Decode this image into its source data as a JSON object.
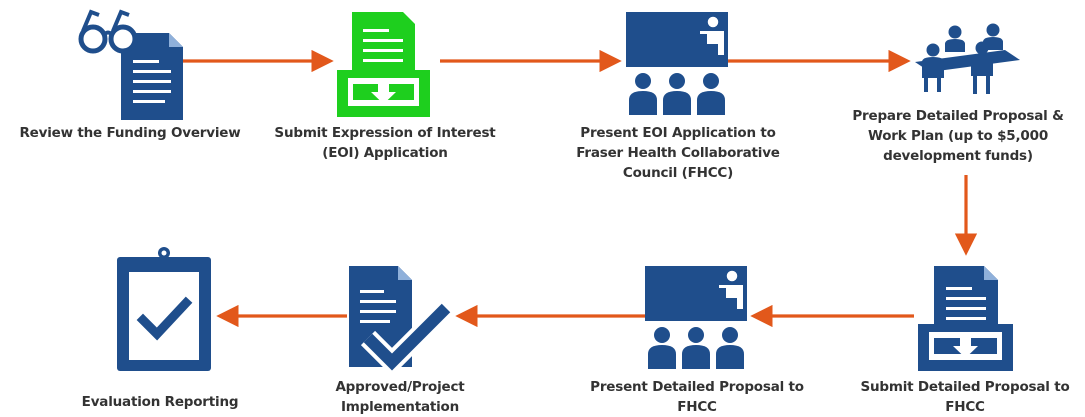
{
  "colors": {
    "blue": "#1f4e8c",
    "dark_blue": "#173f73",
    "green": "#1ecf1e",
    "orange": "#e2581b",
    "text": "#333333"
  },
  "steps": [
    {
      "id": "review",
      "icon": "glasses-document-icon",
      "label_lines": [
        "Review the Funding Overview"
      ]
    },
    {
      "id": "eoi",
      "icon": "document-inbox-icon",
      "label_lines": [
        "Submit Expression of Interest",
        "(EOI) Application"
      ]
    },
    {
      "id": "present-eoi",
      "icon": "presentation-icon",
      "label_lines": [
        "Present EOI Application to",
        "Fraser Health Collaborative",
        "Council (FHCC)"
      ]
    },
    {
      "id": "prepare",
      "icon": "team-meeting-icon",
      "label_lines": [
        "Prepare Detailed Proposal &",
        "Work Plan (up to $5,000",
        "development funds)"
      ]
    },
    {
      "id": "submit-proposal",
      "icon": "document-inbox-icon",
      "label_lines": [
        "Submit Detailed Proposal to",
        "FHCC"
      ]
    },
    {
      "id": "present-proposal",
      "icon": "presentation-icon",
      "label_lines": [
        "Present Detailed Proposal to",
        "FHCC"
      ]
    },
    {
      "id": "approved",
      "icon": "document-check-icon",
      "label_lines": [
        "Approved/Project",
        "Implementation"
      ]
    },
    {
      "id": "evaluation",
      "icon": "clipboard-check-icon",
      "label_lines": [
        "Evaluation Reporting"
      ]
    }
  ],
  "flow": [
    [
      "review",
      "eoi"
    ],
    [
      "eoi",
      "present-eoi"
    ],
    [
      "present-eoi",
      "prepare"
    ],
    [
      "prepare",
      "submit-proposal"
    ],
    [
      "submit-proposal",
      "present-proposal"
    ],
    [
      "present-proposal",
      "approved"
    ],
    [
      "approved",
      "evaluation"
    ]
  ]
}
